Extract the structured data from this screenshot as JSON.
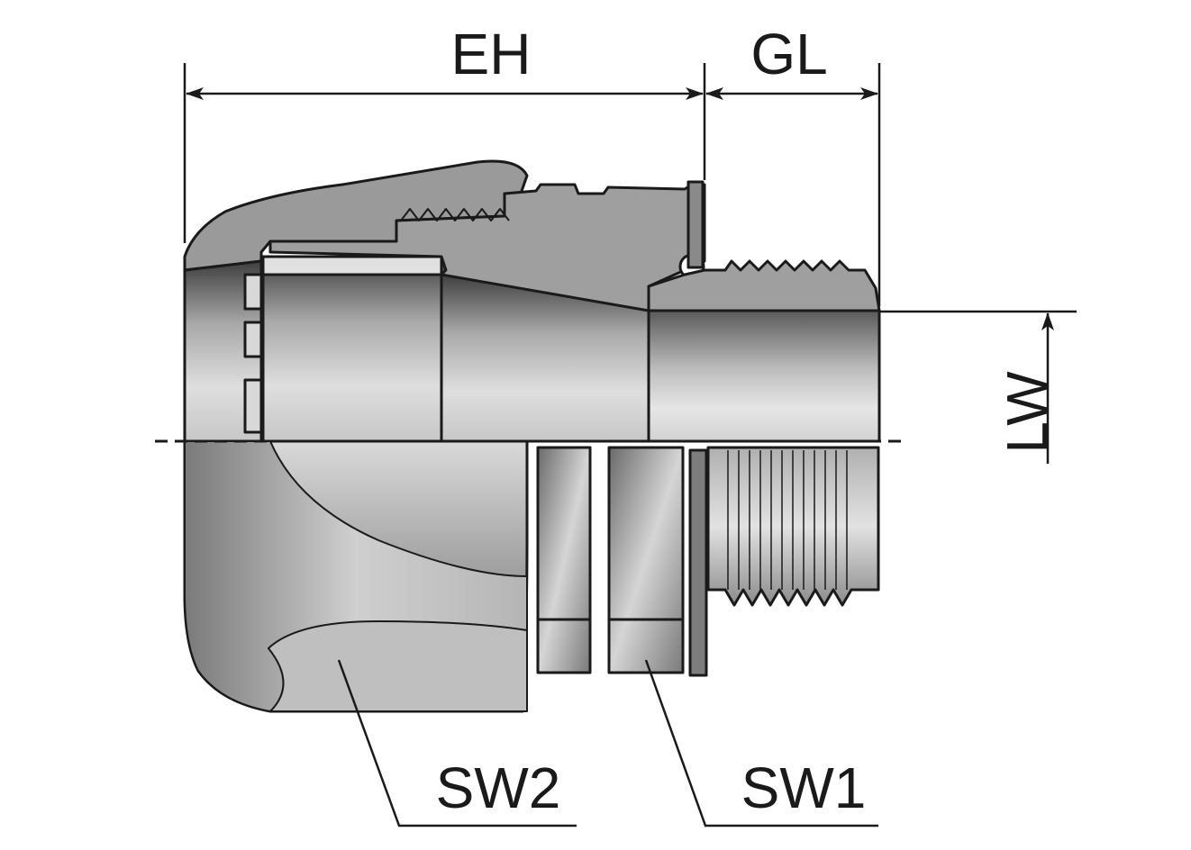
{
  "labels": {
    "eh": "EH",
    "gl": "GL",
    "lw": "LW",
    "sw1": "SW1",
    "sw2": "SW2"
  }
}
